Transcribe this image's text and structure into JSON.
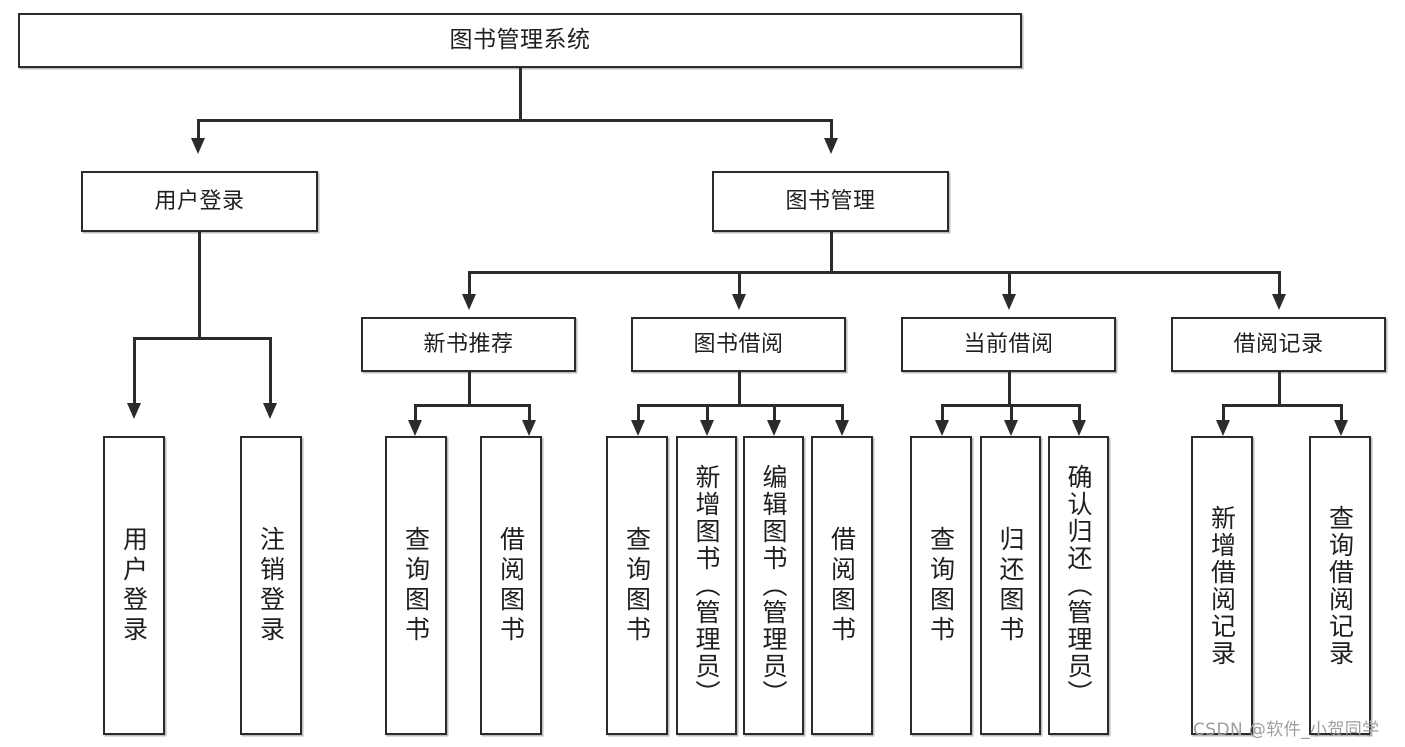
{
  "diagram": {
    "title": "图书管理系统",
    "type": "tree",
    "watermark": "CSDN @软件_小贺同学",
    "colors": {
      "stroke": "#2b2b2b",
      "fill": "#ffffff",
      "text": "#1f1f1f",
      "watermark": "#9e9e9e"
    },
    "root": {
      "label": "图书管理系统"
    },
    "level2": [
      {
        "label": "用户登录"
      },
      {
        "label": "图书管理"
      }
    ],
    "level3": [
      {
        "label": "新书推荐"
      },
      {
        "label": "图书借阅"
      },
      {
        "label": "当前借阅"
      },
      {
        "label": "借阅记录"
      }
    ],
    "leaves": {
      "user_login": [
        {
          "label": "用户登录"
        },
        {
          "label": "注销登录"
        }
      ],
      "new_book_recommend": [
        {
          "label": "查询图书"
        },
        {
          "label": "借阅图书"
        }
      ],
      "book_borrow": [
        {
          "label": "查询图书"
        },
        {
          "label": "新增图书（管理员）"
        },
        {
          "label": "编辑图书（管理员）"
        },
        {
          "label": "借阅图书"
        }
      ],
      "current_borrow": [
        {
          "label": "查询图书"
        },
        {
          "label": "归还图书"
        },
        {
          "label": "确认归还（管理员）"
        }
      ],
      "borrow_record": [
        {
          "label": "新增借阅记录"
        },
        {
          "label": "查询借阅记录"
        }
      ]
    }
  }
}
